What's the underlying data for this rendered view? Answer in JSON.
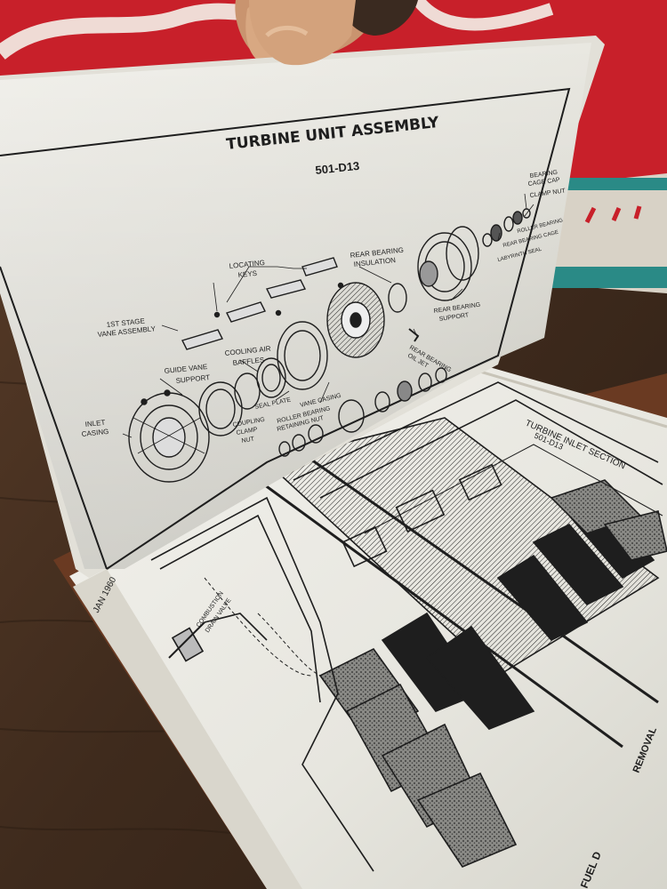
{
  "top_page": {
    "title": "TURBINE UNIT ASSEMBLY",
    "model": "501-D13",
    "callouts": {
      "locating_keys_1": "LOCATING",
      "locating_keys_2": "KEYS",
      "vane_assembly_1": "1ST STAGE",
      "vane_assembly_2": "VANE ASSEMBLY",
      "guide_vane_1": "GUIDE VANE",
      "guide_vane_2": "SUPPORT",
      "cooling_air_1": "COOLING AIR",
      "cooling_air_2": "BAFFLES",
      "inlet_casing_1": "INLET",
      "inlet_casing_2": "CASING",
      "seal_plate": "SEAL PLATE",
      "vane_casing": "VANE CASING",
      "coupling_clamp_1": "COUPLING",
      "coupling_clamp_2": "CLAMP",
      "coupling_clamp_3": "NUT",
      "roller_bearing_1": "ROLLER BEARING",
      "roller_bearing_2": "RETAINING NUT",
      "rear_bearing_insulation_1": "REAR BEARING",
      "rear_bearing_insulation_2": "INSULATION",
      "rear_bearing_support_1": "REAR BEARING",
      "rear_bearing_support_2": "SUPPORT",
      "rear_bearing_oil_jet_1": "REAR BEARING",
      "rear_bearing_oil_jet_2": "OIL JET",
      "bearing_cage_cap_1": "BEARING",
      "bearing_cage_cap_2": "CAGE CAP",
      "clamp_nut": "CLAMP NUT",
      "roller_bearing": "ROLLER BEARING",
      "rear_bearing_cage": "REAR BEARING CAGE",
      "labyrinth_seal": "LABYRINTH SEAL"
    }
  },
  "bottom_page": {
    "title": "TURBINE INLET SECTION",
    "model": "501-D13",
    "date": "JAN 1960",
    "valve_1": "COMBUSTION",
    "valve_2": "DRAIN VALVE",
    "tab_1": "REMOVAL",
    "tab_2": "FUEL D"
  },
  "colors": {
    "sign_red": "#c8202a",
    "wood": "#4a3324",
    "paper": "#ecebe4",
    "ink": "#1e1e1e"
  }
}
